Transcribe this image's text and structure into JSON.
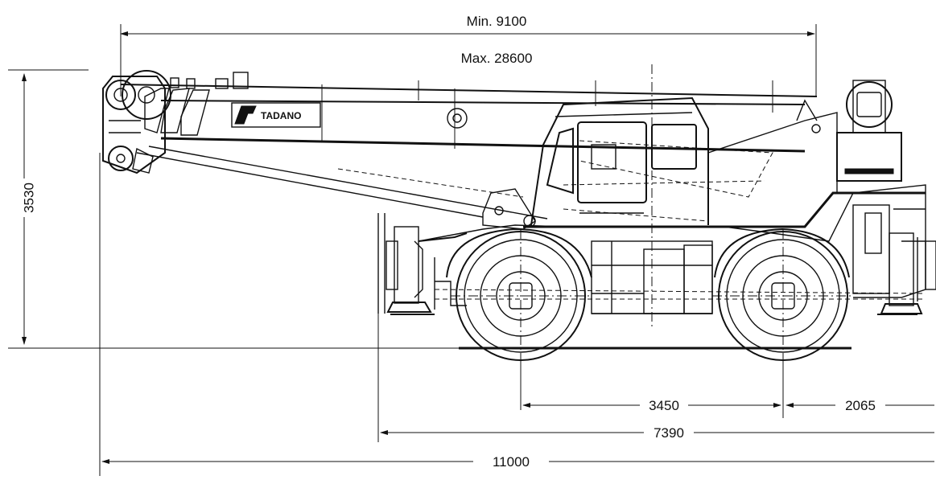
{
  "dimensions": {
    "boom_min": "Min. 9100",
    "boom_max": "Max. 28600",
    "height": "3530",
    "wheelbase": "3450",
    "rear_overhang": "2065",
    "outrigger_span": "7390",
    "overall_length": "11000"
  },
  "logo": {
    "text": "TADANO"
  }
}
